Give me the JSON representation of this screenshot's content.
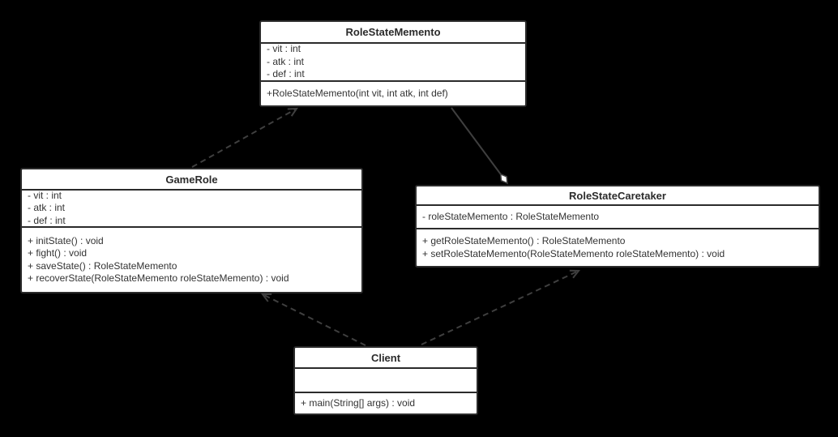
{
  "theme": {
    "background": "#000000",
    "box_fill": "#ffffff",
    "box_border": "#2b2b2b",
    "divider": "#2b2b2b",
    "line_color": "#3f3f3f",
    "text_color": "#333333",
    "title_color": "#2b2b2b"
  },
  "diagram_type": "uml-class-diagram",
  "classes": [
    {
      "name": "RoleStateMemento",
      "attributes": [
        "- vit : int",
        "- atk : int",
        "- def : int"
      ],
      "methods": [
        "+RoleStateMemento(int vit, int atk, int def)"
      ]
    },
    {
      "name": "GameRole",
      "attributes": [
        "- vit : int",
        "- atk : int",
        "- def : int"
      ],
      "methods": [
        "+ initState() : void",
        "+ fight() : void",
        "+ saveState() : RoleStateMemento",
        "+ recoverState(RoleStateMemento roleStateMemento) : void"
      ]
    },
    {
      "name": "RoleStateCaretaker",
      "attributes": [
        "- roleStateMemento : RoleStateMemento"
      ],
      "methods": [
        "+ getRoleStateMemento() : RoleStateMemento",
        "+ setRoleStateMemento(RoleStateMemento roleStateMemento) : void"
      ]
    },
    {
      "name": "Client",
      "attributes": [],
      "methods": [
        "+ main(String[] args) : void"
      ]
    }
  ],
  "relationships": [
    {
      "from": "GameRole",
      "to": "RoleStateMemento",
      "type": "dependency",
      "line": "dashed",
      "head": "open-arrow"
    },
    {
      "from": "RoleStateCaretaker",
      "to": "RoleStateMemento",
      "type": "aggregation",
      "line": "solid",
      "head": "hollow-diamond"
    },
    {
      "from": "Client",
      "to": "GameRole",
      "type": "dependency",
      "line": "dashed",
      "head": "open-arrow"
    },
    {
      "from": "Client",
      "to": "RoleStateCaretaker",
      "type": "dependency",
      "line": "dashed",
      "head": "open-arrow"
    }
  ]
}
